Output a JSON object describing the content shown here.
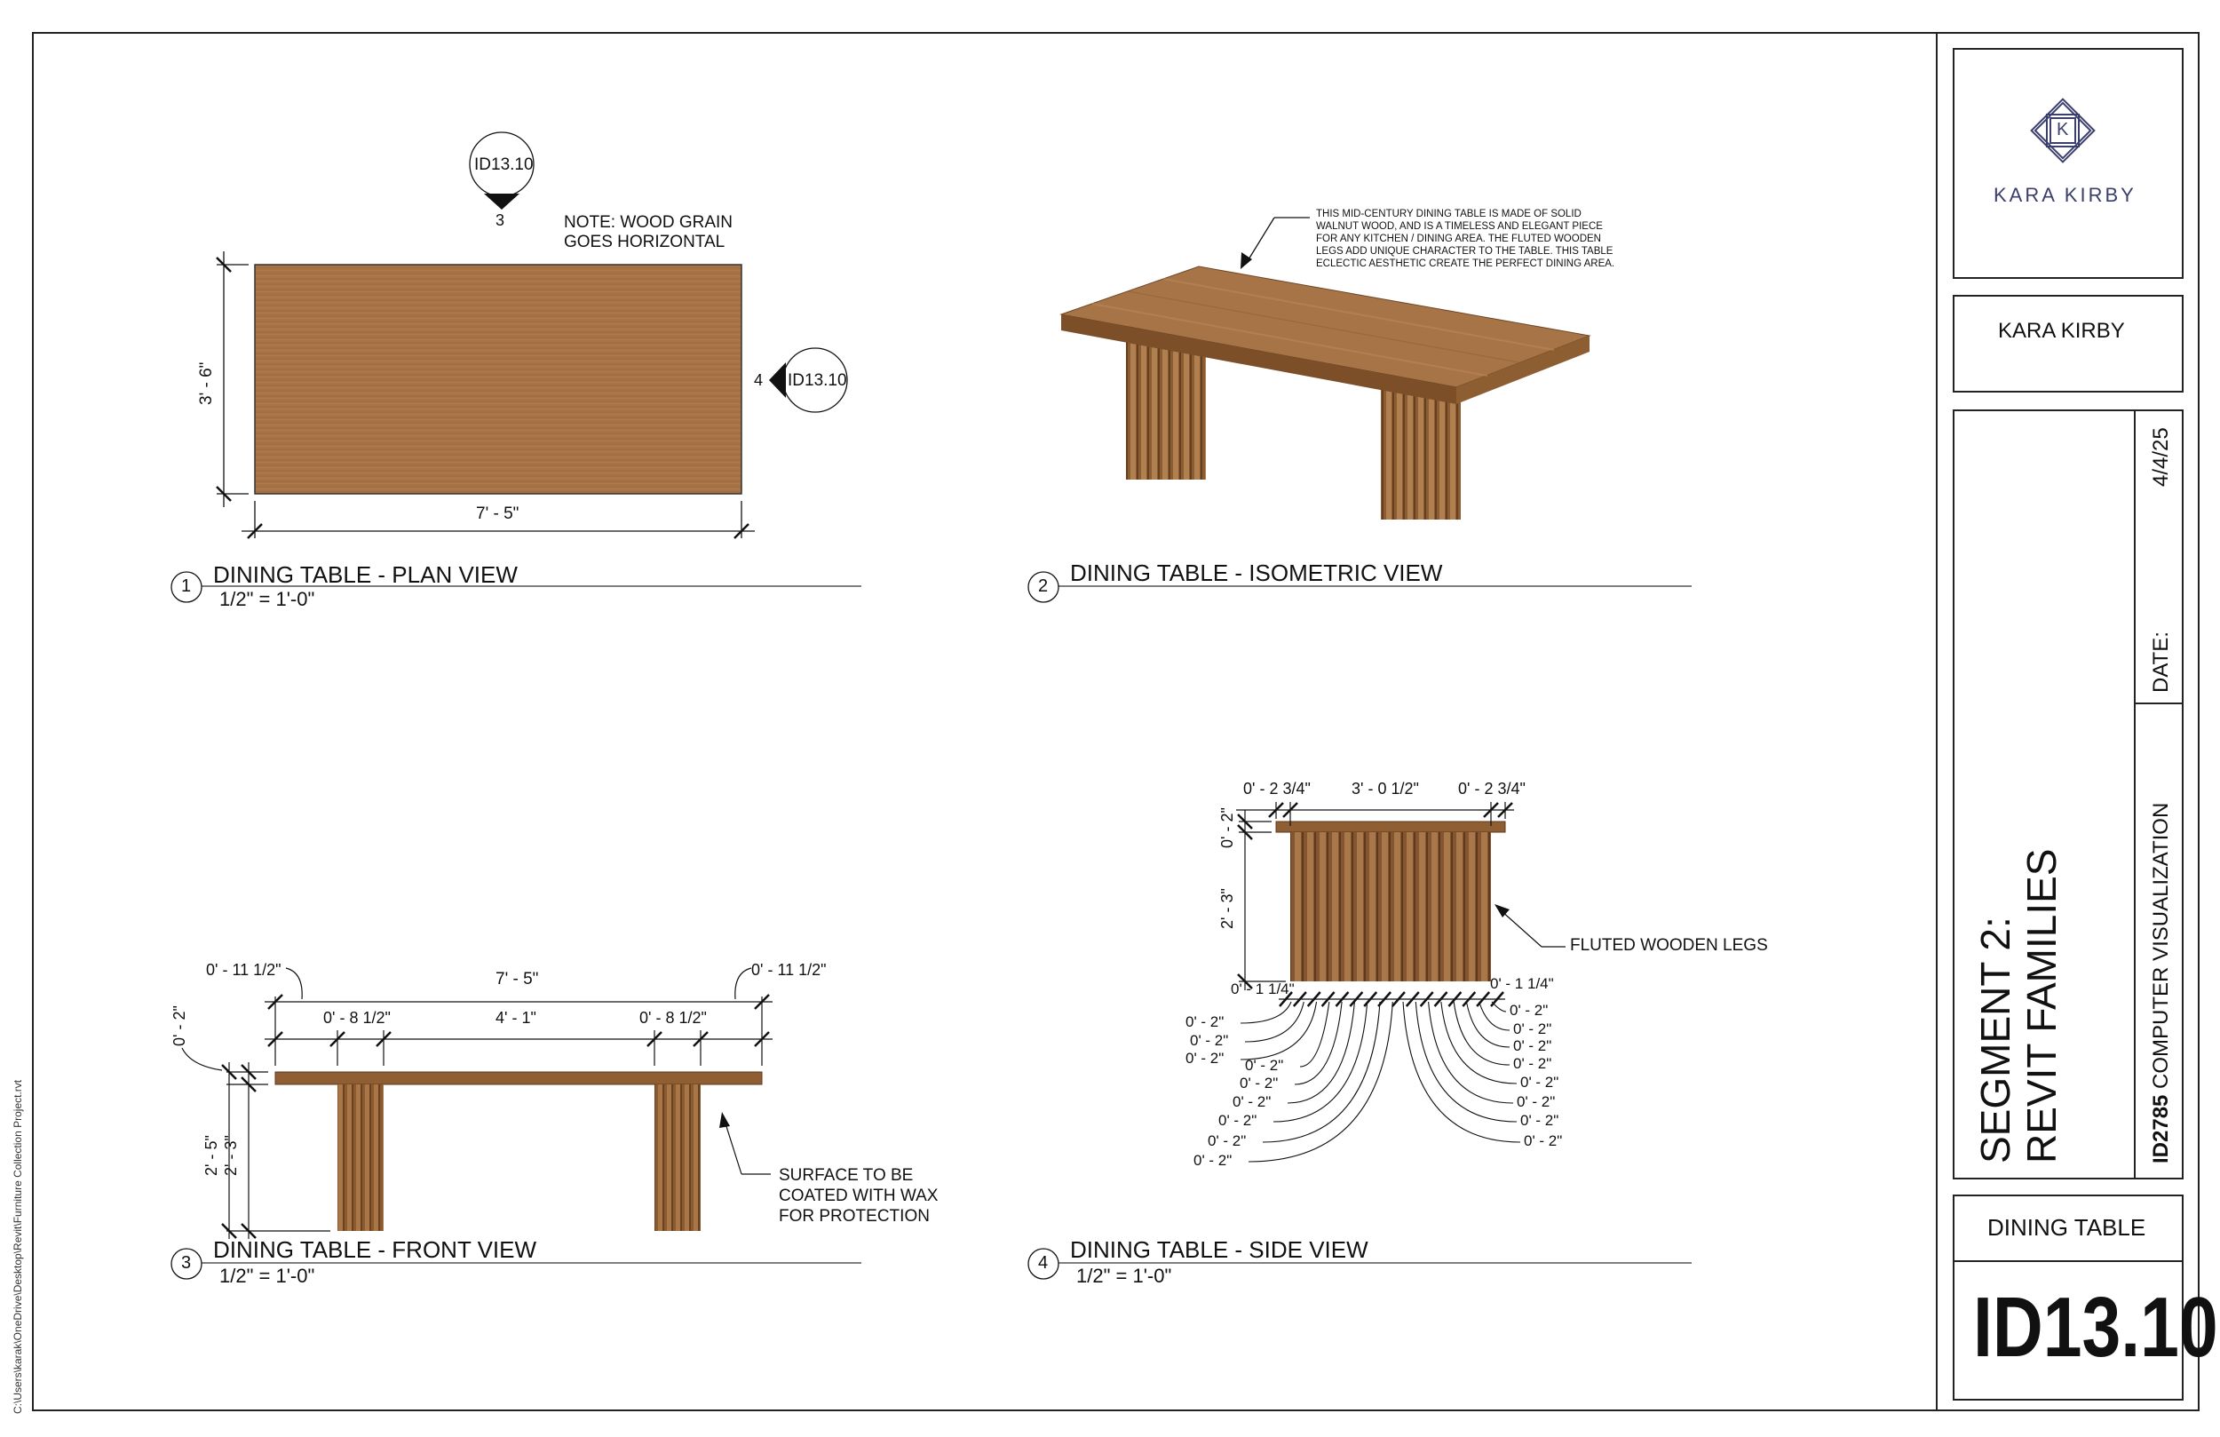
{
  "file_path": "C:\\Users\\karak\\OneDrive\\Desktop\\Revit\\Furniture Collection Project.rvt",
  "plan_view": {
    "number": "1",
    "title": "DINING TABLE - PLAN VIEW",
    "scale": "1/2\" = 1'-0\"",
    "note_line1": "NOTE: WOOD GRAIN",
    "note_line2": "GOES HORIZONTAL",
    "dim_width": "7' - 5\"",
    "dim_depth": "3' - 6\"",
    "tag_top_sheet": "ID13.10",
    "tag_top_num": "3",
    "tag_right_sheet": "ID13.10",
    "tag_right_num": "4"
  },
  "iso_view": {
    "number": "2",
    "title": "DINING TABLE - ISOMETRIC VIEW",
    "description": [
      "THIS MID-CENTURY DINING TABLE IS MADE OF SOLID",
      "WALNUT WOOD, AND IS A TIMELESS AND ELEGANT PIECE",
      "FOR ANY KITCHEN / DINING AREA. THE FLUTED WOODEN",
      "LEGS ADD UNIQUE CHARACTER TO THE TABLE. THIS TABLE",
      "ECLECTIC AESTHETIC CREATE THE PERFECT DINING AREA."
    ]
  },
  "front_view": {
    "number": "3",
    "title": "DINING TABLE - FRONT VIEW",
    "scale": "1/2\" = 1'-0\"",
    "dim_overall": "7' - 5\"",
    "dim_overhang_left": "0' - 11 1/2\"",
    "dim_overhang_right": "0' - 11 1/2\"",
    "dim_leg_left": "0' - 8 1/2\"",
    "dim_between": "4' - 1\"",
    "dim_leg_right": "0' - 8 1/2\"",
    "dim_top_thickness": "0' - 2\"",
    "dim_height_total": "2' - 5\"",
    "dim_height_leg": "2' - 3\"",
    "note": [
      "SURFACE TO BE",
      "COATED WITH WAX",
      "FOR PROTECTION"
    ]
  },
  "side_view": {
    "number": "4",
    "title": "DINING TABLE - SIDE VIEW",
    "scale": "1/2\" = 1'-0\"",
    "dim_left": "0' - 2 3/4\"",
    "dim_middle": "3' - 0 1/2\"",
    "dim_right": "0' - 2 3/4\"",
    "dim_top": "0' - 2\"",
    "dim_height": "2' - 3\"",
    "dim_base_left": "0' - 1 1/4\"",
    "dim_base_right": "0' - 1 1/4\"",
    "flute_dim": "0' - 2\"",
    "note": "FLUTED WOODEN LEGS"
  },
  "title_block": {
    "logo_letter": "K",
    "logo_name": "KARA KIRBY",
    "designer": "KARA KIRBY",
    "project_line1": "SEGMENT 2:",
    "project_line2": "REVIT FAMILIES",
    "course_code": "ID2785",
    "course_name": " COMPUTER VISUALIZATION",
    "date_label": "DATE:",
    "date_value": "4/4/25",
    "sheet_name": "DINING TABLE",
    "sheet_number": "ID13.10"
  },
  "colors": {
    "wood": "#9b6a3e",
    "wood_light": "#b98b5a",
    "wood_dark": "#6e4523",
    "line": "#111111",
    "logo": "#3a3f6b"
  }
}
